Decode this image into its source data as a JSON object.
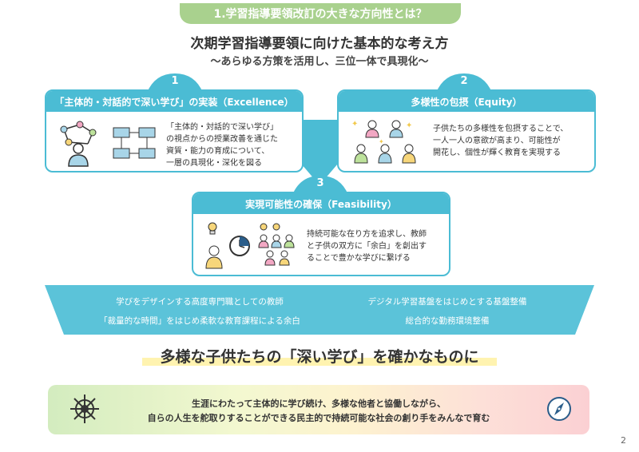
{
  "header": {
    "pill": "1.学習指導要領改訂の大きな方向性とは？"
  },
  "main_title": "次期学習指導要領に向けた基本的な考え方",
  "sub_title": "〜あらゆる方策を活用し、三位一体で具現化〜",
  "cards": [
    {
      "number": "1",
      "title": "「主体的・対話的で深い学び」の実装（Excellence）",
      "lines": [
        "「主体的・対話的で深い学び」",
        "の視点からの授業改善を通じた",
        "資質・能力の育成について、",
        "一層の具現化・深化を図る"
      ]
    },
    {
      "number": "2",
      "title": "多様性の包摂（Equity）",
      "lines": [
        "子供たちの多様性を包摂することで、",
        "一人一人の意欲が高まり、可能性が",
        "開花し、個性が輝く教育を実現する"
      ]
    },
    {
      "number": "3",
      "title": "実現可能性の確保（Feasibility）",
      "lines": [
        "持続可能な在り方を追求し、教師",
        "と子供の双方に「余白」を創出す",
        "ることで豊かな学びに繋げる"
      ]
    }
  ],
  "band": {
    "left": [
      "学びをデザインする高度専門職としての教師",
      "「裁量的な時間」をはじめ柔軟な教育課程による余白"
    ],
    "right": [
      "デジタル学習基盤をはじめとする基盤整備",
      "総合的な勤務環境整備"
    ]
  },
  "headline": "多様な子供たちの「深い学び」を確かなものに",
  "bottom": {
    "lines": [
      "生涯にわたって主体的に学び続け、多様な他者と協働しながら、",
      "自らの人生を舵取りすることができる民主的で持続可能な社会の創り手をみんなで育む"
    ],
    "left_icon": "ship-wheel-icon",
    "right_icon": "compass-icon"
  },
  "page_number": "2",
  "colors": {
    "accent": "#4bbcd4",
    "pill": "#a9d18e",
    "band": "#5bc3d9"
  }
}
